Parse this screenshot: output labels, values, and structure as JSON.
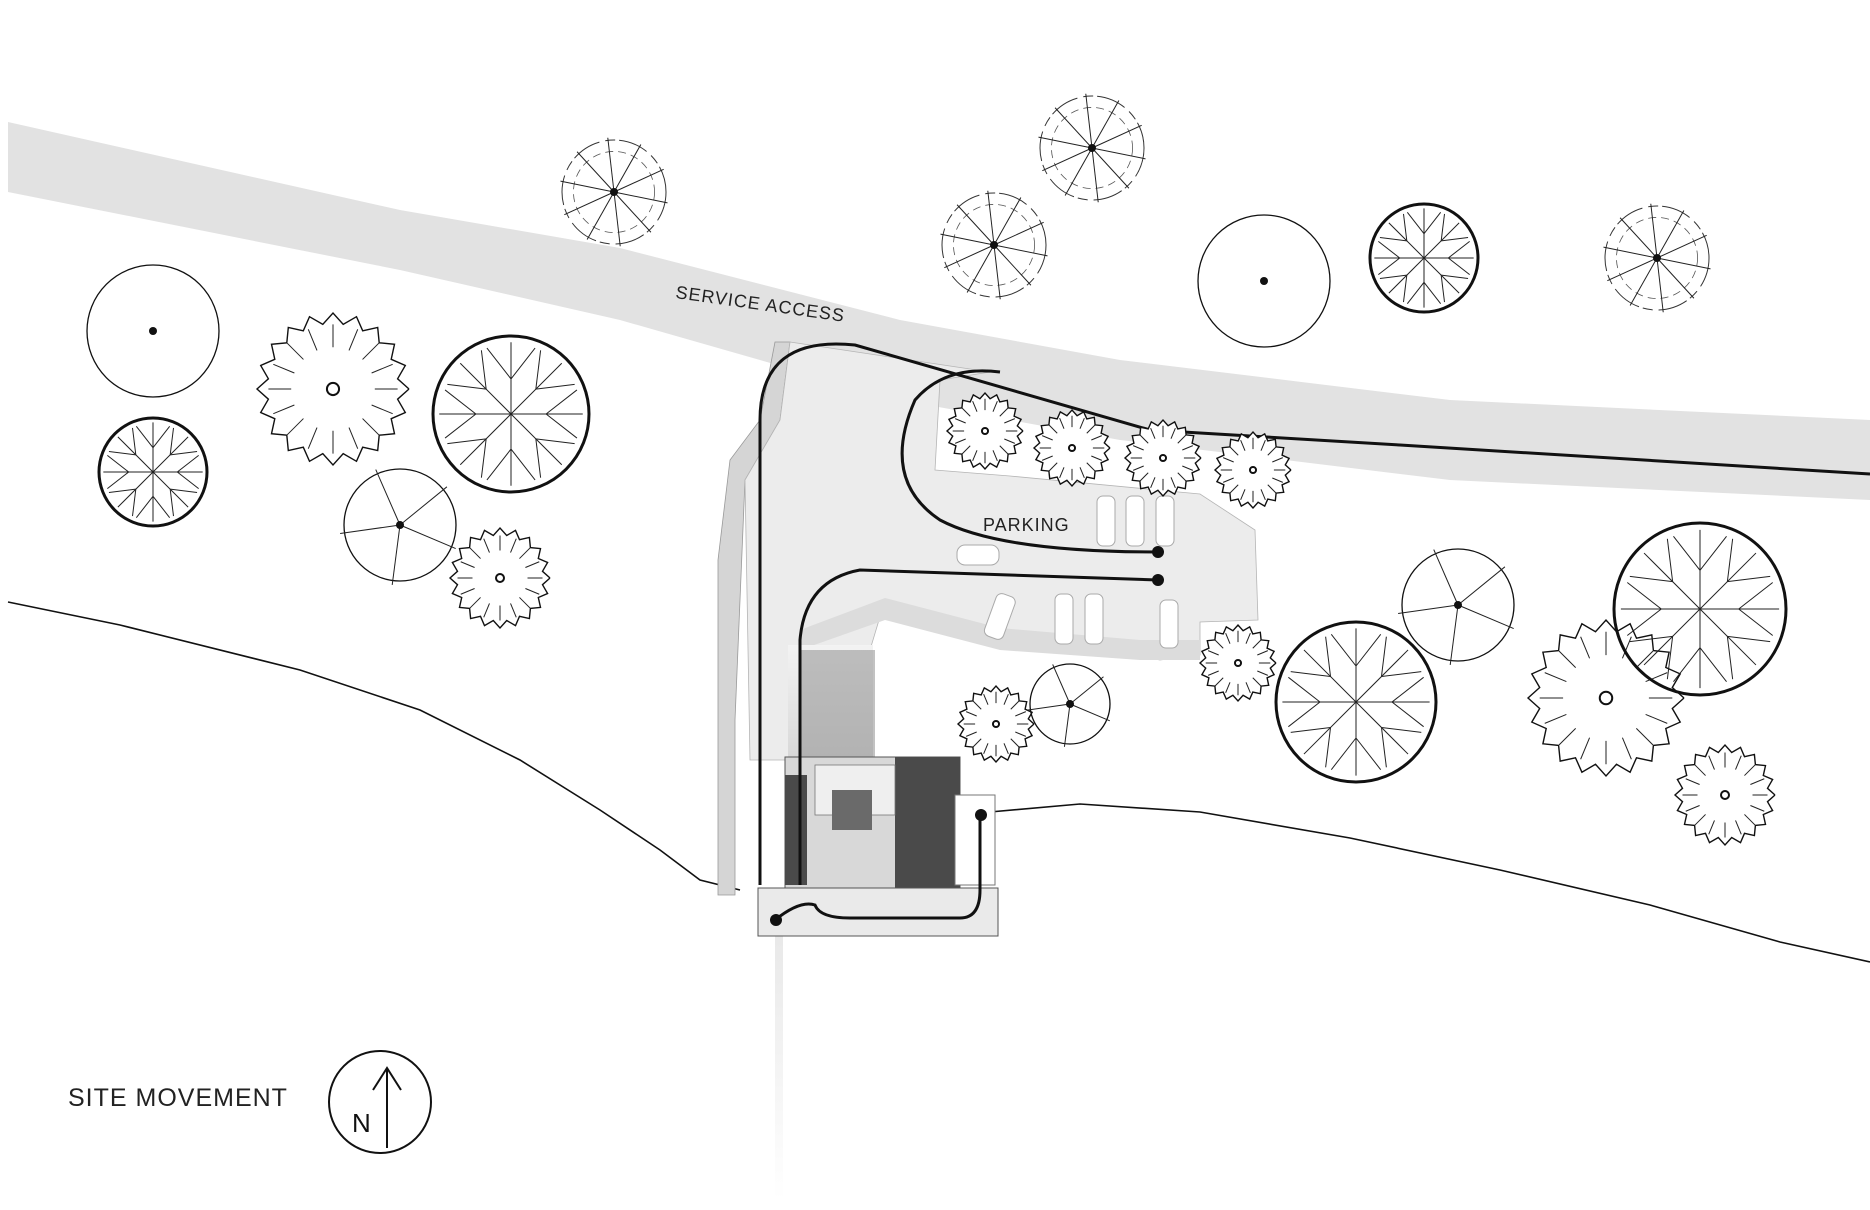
{
  "labels": {
    "service_access": "SERVICE ACCESS",
    "parking": "PARKING",
    "title": "SITE MOVEMENT",
    "north": "N"
  },
  "colors": {
    "road": "#e2e2e2",
    "path": "#111111",
    "ground": "#ffffff",
    "building_dark": "#4a4a4a",
    "building_mid": "#9a9a9a",
    "building_light": "#d8d8d8"
  },
  "legend": {
    "tree_symbols": [
      "outline-tree-icon",
      "spiky-tree-icon",
      "branched-tree-icon",
      "sketch-tree-icon",
      "radial-line-tree-icon"
    ]
  }
}
